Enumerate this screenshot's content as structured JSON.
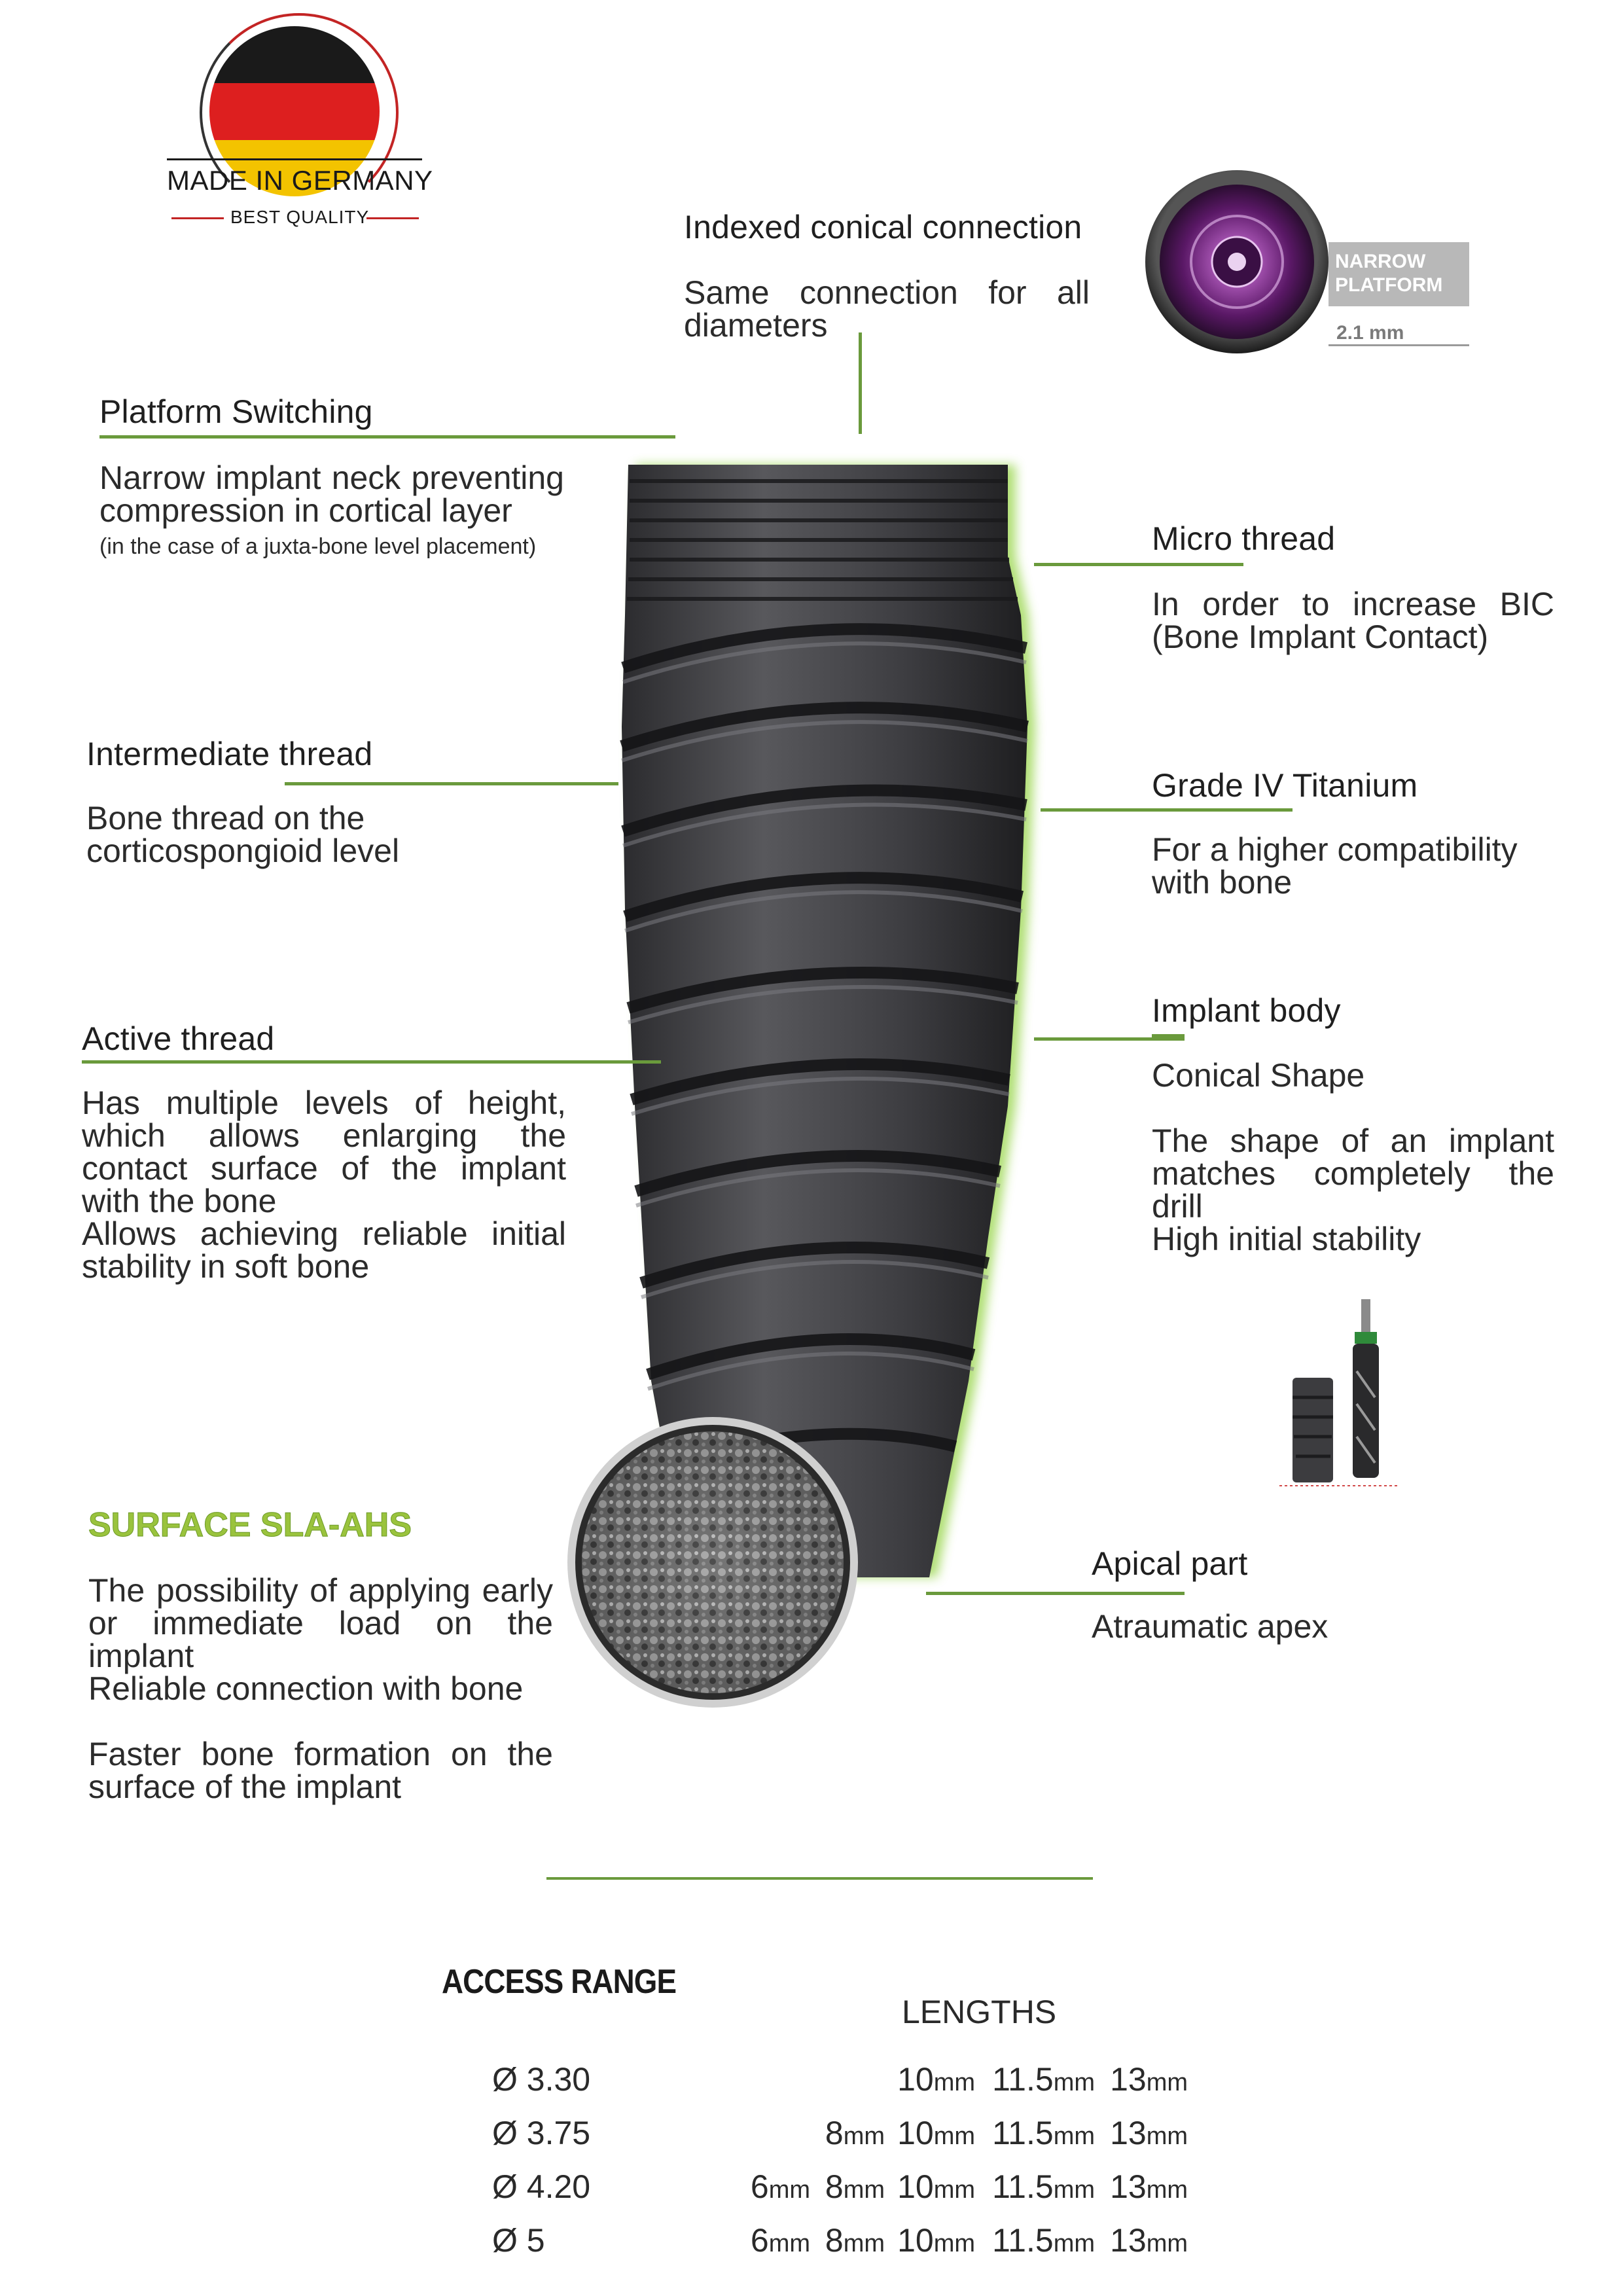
{
  "badge": {
    "made_in": "MADE IN GERMANY",
    "quality": "BEST QUALITY",
    "flag_colors": [
      "#1a1a1a",
      "#dd1f1f",
      "#f3c300"
    ]
  },
  "narrow_platform": {
    "label_line1": "NARROW",
    "label_line2": "PLATFORM",
    "size": "2.1 mm",
    "accent_color": "#7a2a84"
  },
  "features": {
    "indexed_conical": {
      "title": "Indexed conical connection",
      "text": "Same connection for all diameters"
    },
    "platform_switching": {
      "title": "Platform Switching",
      "text": "Narrow implant neck preventing compression in cortical layer",
      "note": "(in the case of a juxta-bone level placement)"
    },
    "micro_thread": {
      "title": "Micro thread",
      "text": "In order to increase BIC (Bone Implant Contact)"
    },
    "intermediate_thread": {
      "title": "Intermediate thread",
      "text_line1": "Bone thread on the",
      "text_line2": "corticospongioid level"
    },
    "grade_titanium": {
      "title": "Grade IV Titanium",
      "text": "For a higher compatibility with bone"
    },
    "active_thread": {
      "title": "Active thread",
      "text1": "Has multiple levels of height, which allows enlarging the contact surface of the implant with the bone",
      "text2": "Allows achieving reliable initial stability in soft bone"
    },
    "implant_body": {
      "title": "Implant body",
      "text1": "Conical Shape",
      "text2": "The shape of an implant matches completely the drill",
      "text3": "High initial stability"
    },
    "surface": {
      "title": "SURFACE SLA-AHS",
      "text1": "The possibility of applying early or immediate load on the implant",
      "text2": "Reliable connection with bone",
      "text3": "Faster bone formation on the surface of the implant"
    },
    "apical": {
      "title": "Apical part",
      "text": "Atraumatic apex"
    }
  },
  "range": {
    "title": "ACCESS RANGE",
    "lengths_header": "LENGTHS",
    "unit": "mm",
    "rows": [
      {
        "diameter": "Ø 3.30",
        "lengths": [
          "",
          "",
          "10",
          "11.5",
          "13"
        ]
      },
      {
        "diameter": "Ø 3.75",
        "lengths": [
          "",
          "8",
          "10",
          "11.5",
          "13"
        ]
      },
      {
        "diameter": "Ø 4.20",
        "lengths": [
          "6",
          "8",
          "10",
          "11.5",
          "13"
        ]
      },
      {
        "diameter": "Ø 5",
        "lengths": [
          "6",
          "8",
          "10",
          "11.5",
          "13"
        ]
      }
    ]
  },
  "colors": {
    "accent_green": "#6a9a3c",
    "surface_green": "#9ac33d",
    "implant_dark": "#3a3a3d"
  }
}
